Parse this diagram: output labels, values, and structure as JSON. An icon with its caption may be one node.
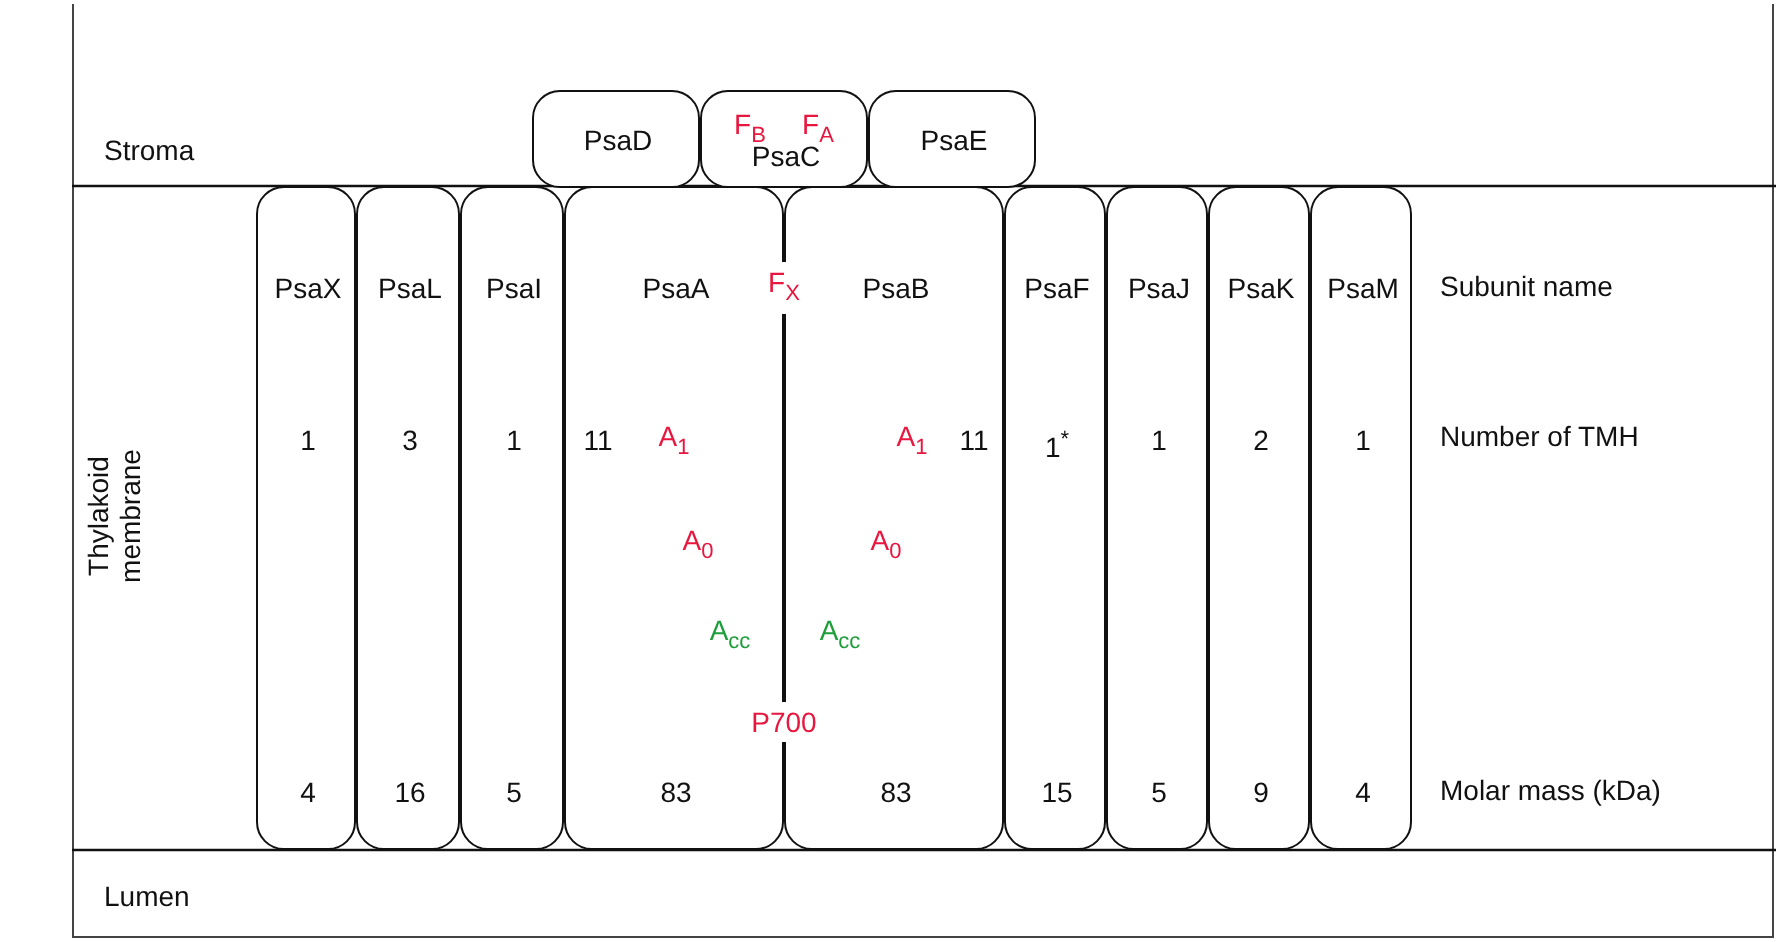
{
  "diagram": {
    "nodes": [
      {
        "text": [
          "PsaD"
        ]
      },
      {
        "text": [
          "F$_{B}$",
          "F$_{A}$",
          "PsaC"
        ]
      },
      {
        "text": [
          "PsaE"
        ]
      },
      {
        "text": [
          "PsaX",
          "1",
          "4"
        ]
      },
      {
        "text": [
          "PsaL",
          "3",
          "16"
        ]
      },
      {
        "text": [
          "PsaI",
          "1",
          "5"
        ]
      },
      {
        "text": [
          "PsaA",
          "11",
          "83"
        ]
      },
      {
        "text": [
          "PsaB",
          "11",
          "83"
        ]
      },
      {
        "text": [
          "PsaF",
          "1$^{*}$",
          "15"
        ]
      },
      {
        "text": [
          "PsaJ",
          "1",
          "5"
        ]
      },
      {
        "text": [
          "PsaK",
          "2",
          "9"
        ]
      },
      {
        "text": [
          "PsaM",
          "1",
          "4"
        ]
      }
    ],
    "labels": [
      "Stroma",
      "Thylakoid membrane",
      "Lumen",
      "Subunit name",
      "Number of TMH",
      "Molar mass (kDa)",
      "F$_{X}$",
      "A$_{1}$",
      "A$_{1}$",
      "A$_{0}$",
      "A$_{0}$",
      "A$_{cc}$",
      "A$_{cc}$",
      "P700"
    ]
  }
}
